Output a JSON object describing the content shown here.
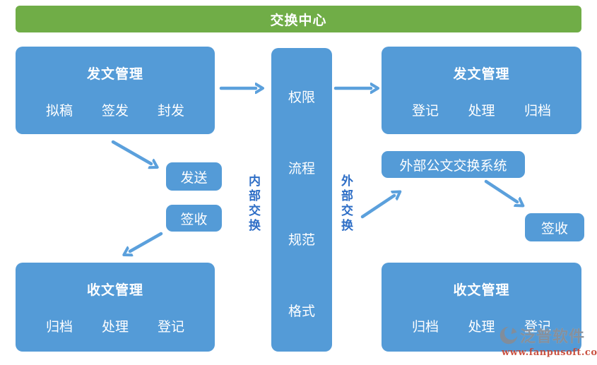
{
  "header": {
    "title": "交换中心"
  },
  "diagram": {
    "outgoing_left": {
      "title": "发文管理",
      "items": [
        "拟稿",
        "签发",
        "封发"
      ]
    },
    "center_column": {
      "items": [
        "权限",
        "流程",
        "规范",
        "格式"
      ]
    },
    "outgoing_right": {
      "title": "发文管理",
      "items": [
        "登记",
        "处理",
        "归档"
      ]
    },
    "incoming_left": {
      "title": "收文管理",
      "items": [
        "归档",
        "处理",
        "登记"
      ]
    },
    "incoming_right": {
      "title": "收文管理",
      "items": [
        "归档",
        "处理",
        "登记"
      ]
    },
    "send_button": "发送",
    "sign_receipt_left": "签收",
    "external_system": "外部公文交换系统",
    "sign_receipt_right": "签收",
    "internal_exchange_label": "内部交换",
    "external_exchange_label": "外部交换",
    "edges": [
      {
        "from": "outgoing-left-box",
        "to": "center-column"
      },
      {
        "from": "center-column",
        "to": "outgoing-right-box"
      },
      {
        "from": "outgoing-left-box",
        "to": "send-button"
      },
      {
        "from": "sign-receipt-left-button",
        "to": "incoming-left-box"
      },
      {
        "from": "external-exchange-label",
        "to": "external-system-box"
      },
      {
        "from": "external-system-box",
        "to": "sign-receipt-right-button"
      }
    ]
  },
  "colors": {
    "banner_green": "#70ad47",
    "node_blue": "#549bd7",
    "arrow_blue": "#5ba0dc",
    "exchange_label_blue": "#2e6ec6",
    "watermark_grey": "#868c96",
    "watermark_url_red": "#c74938"
  },
  "watermark": {
    "brand": "泛普软件",
    "url": "www.fanpusoft.com"
  }
}
